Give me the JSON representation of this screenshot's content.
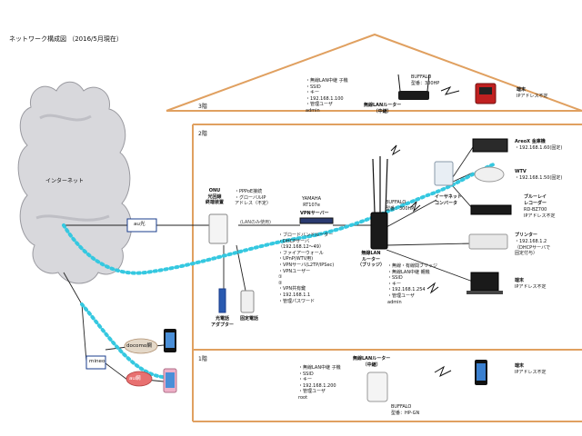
{
  "title": "ネットワーク構成図 （2016/5月現在）",
  "floors": {
    "f3": "3階",
    "f2": "2階",
    "f1": "1階"
  },
  "internet": "インターネット",
  "isp": {
    "au_hikari": "au光",
    "mineo": "mineo",
    "docomo": "docomo網",
    "au": "au網"
  },
  "onu": {
    "label": "ONU\n光回線\n終端装置",
    "notes": [
      "・PPPoE接続",
      "・グローバルIP",
      "アドレス（不定）"
    ]
  },
  "phone": {
    "adapter": "光電話\nアダプター",
    "fixed": "固定電話"
  },
  "vpn_router": {
    "model": "YAMAHA\nRT107e",
    "label": "VPNサーバー",
    "lan_note": "(LANのみ使用)",
    "features": [
      "・ブロードバンドルーター",
      "・DHCPサーバ",
      "（192.168.12〜49）",
      "・ファイアーウォール",
      "・UPnP(WTV用)",
      "・VPNサーバ(L2TP/IPSec)",
      "・VPNユーザー",
      "①",
      "②",
      "・VPN共有鍵",
      "・192.168.1.1",
      "・管理パスワード"
    ]
  },
  "bridge": {
    "label": "無線LAN\nルーター\n（ブリッジ）",
    "model": "BUFFALO\n型番：300HP",
    "notes": [
      "・無線・有線間ブリッジ",
      "・無線LAN中継 親機",
      "・SSID",
      "・キー",
      "・192.168.1.254",
      "・管理ユーザ",
      "admin"
    ]
  },
  "relay3f": {
    "label": "無線LANルーター\n（中継）",
    "model": "BUFFALO\n型番：300HP",
    "notes": [
      "・無線LAN中継 子機",
      "・SSID",
      "・キー",
      "・192.168.1.100",
      "・管理ユーザ",
      "admin"
    ]
  },
  "relay1f": {
    "label": "無線LANルーター\n（中継）",
    "model": "BUFFALO\n型番：HP-GN",
    "notes": [
      "・無線LAN中継 子機",
      "・SSID",
      "・キー",
      "・192.168.1.200",
      "・管理ユーザ",
      "root"
    ]
  },
  "ethernet_converter": "イーサネット\nコンバータ",
  "devices": {
    "term3f": {
      "name": "端末",
      "note": "IPアドレス不定"
    },
    "areox": {
      "name": "AreoX 金庫機",
      "notes": [
        "・192.168.1.60(固定)"
      ]
    },
    "wtv": {
      "name": "WTV",
      "notes": [
        "・192.168.1.50(固定)"
      ]
    },
    "bluray": {
      "name": "ブルーレイ\nレコーダー",
      "notes": [
        "RD-BZ700",
        "IPアドレス不定"
      ]
    },
    "printer": {
      "name": "プリンター",
      "notes": [
        "・192.168.1.2",
        "（DHCPサーバで",
        "固定付与）"
      ]
    },
    "pc": {
      "name": "端末",
      "note": "IPアドレス不定"
    },
    "term1f": {
      "name": "端末",
      "note": "IPアドレス不定"
    }
  },
  "colors": {
    "roof": "#e0a060",
    "wifi": "#35c8e0",
    "line": "#222222",
    "box": "#1a3c8c"
  }
}
